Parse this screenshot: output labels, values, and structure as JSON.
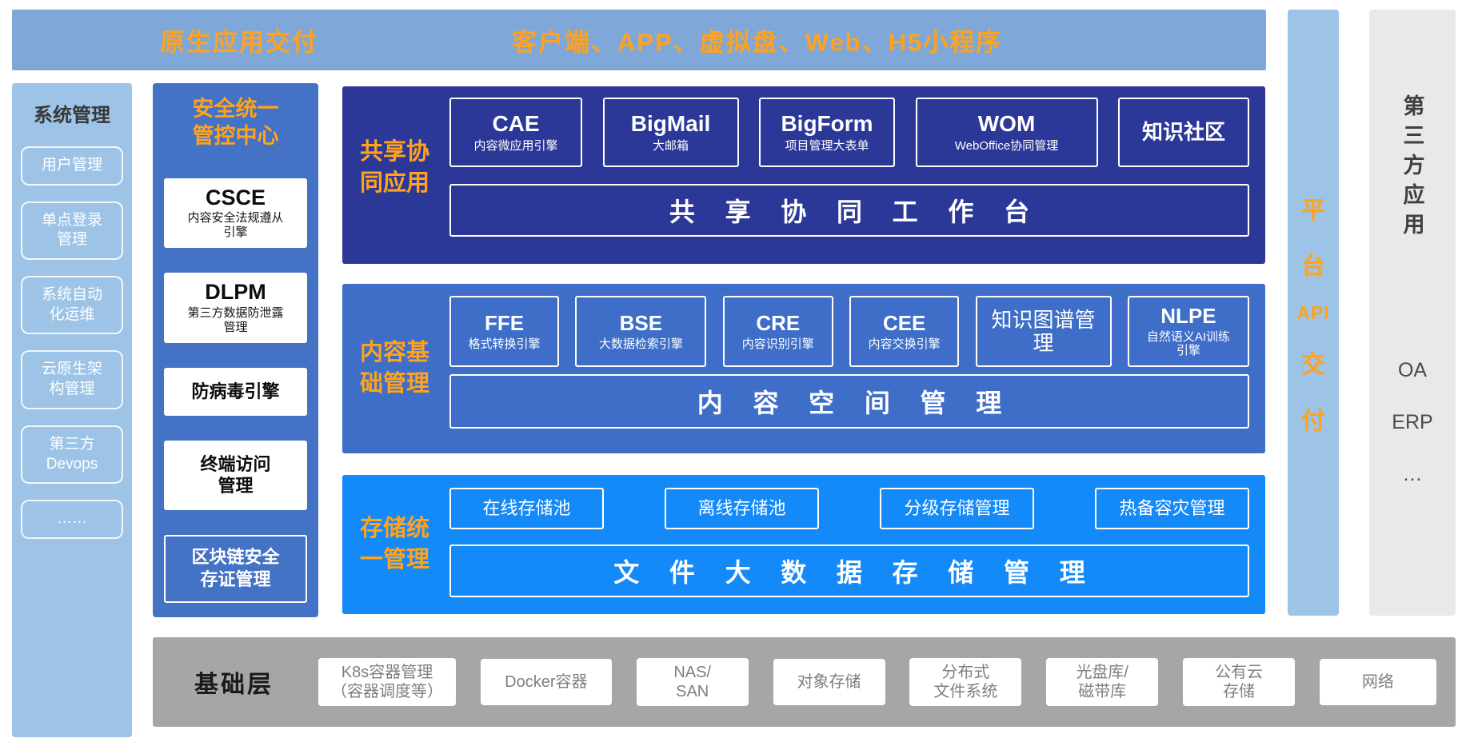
{
  "colors": {
    "banner_bg": "#7FA8D9",
    "light_blue": "#9DC3E6",
    "security_bg": "#4472C4",
    "collab_bg": "#2C3897",
    "content_bg": "#3E6EC8",
    "storage_bg": "#1489F8",
    "orange": "#FFA21D",
    "gray_bar_bg": "#A6A6A6",
    "third_party_bg": "#E9E9E9"
  },
  "top_banner": {
    "left_label": "原生应用交付",
    "center_label": "客户端、APP、虚拟盘、Web、H5小程序"
  },
  "left_column": {
    "title": "系统管理",
    "items": [
      "用户管理",
      "单点登录\n管理",
      "系统自动\n化运维",
      "云原生架\n构管理",
      "第三方\nDevops",
      "……"
    ]
  },
  "security_column": {
    "title": "安全统一\n管控中心",
    "cards": [
      {
        "title": "CSCE",
        "subtitle": "内容安全法规遵从\n引擎"
      },
      {
        "title": "DLPM",
        "subtitle": "第三方数据防泄露\n管理"
      },
      {
        "title": "防病毒引擎"
      },
      {
        "title": "终端访问\n管理"
      },
      {
        "title": "区块链安全\n存证管理"
      }
    ]
  },
  "sections": [
    {
      "label": "共享协\n同应用",
      "apps": [
        {
          "title": "CAE",
          "subtitle": "内容微应用引擎"
        },
        {
          "title": "BigMail",
          "subtitle": "大邮箱"
        },
        {
          "title": "BigForm",
          "subtitle": "项目管理大表单"
        },
        {
          "title": "WOM",
          "subtitle": "WebOffice协同管理"
        },
        {
          "title": "知识社区"
        }
      ],
      "bar": "共 享 协 同 工 作 台"
    },
    {
      "label": "内容基\n础管理",
      "apps": [
        {
          "title": "FFE",
          "subtitle": "格式转换引擎"
        },
        {
          "title": "BSE",
          "subtitle": "大数据检索引擎"
        },
        {
          "title": "CRE",
          "subtitle": "内容识别引擎"
        },
        {
          "title": "CEE",
          "subtitle": "内容交换引擎"
        },
        {
          "title": "知识图谱管理"
        },
        {
          "title": "NLPE",
          "subtitle": "自然语义AI训练\n引擎"
        }
      ],
      "bar": "内 容 空 间 管 理"
    },
    {
      "label": "存储统\n一管理",
      "apps": [
        {
          "title": "在线存储池"
        },
        {
          "title": "离线存储池"
        },
        {
          "title": "分级存储管理"
        },
        {
          "title": "热备容灾管理"
        }
      ],
      "bar": "文 件 大 数 据 存 储 管 理"
    }
  ],
  "api_column": {
    "items": [
      "平",
      "台",
      "API",
      "交",
      "付"
    ]
  },
  "third_party": {
    "title": "第三方应用",
    "items": [
      "OA",
      "ERP",
      "…"
    ]
  },
  "base_layer": {
    "label": "基础层",
    "items": [
      "K8s容器管理\n（容器调度等）",
      "Docker容器",
      "NAS/\nSAN",
      "对象存储",
      "分布式\n文件系统",
      "光盘库/\n磁带库",
      "公有云\n存储",
      "网络"
    ]
  }
}
